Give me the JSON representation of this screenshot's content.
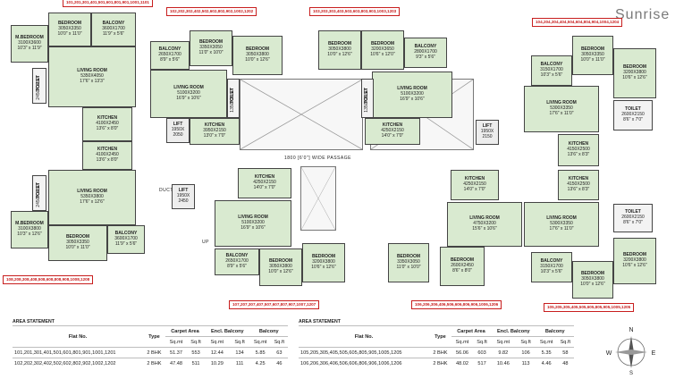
{
  "brand": "Sunrise",
  "flat_tags": {
    "t1": "101,201,301,401,501,601,801,901,1001,1101",
    "t2": "102,202,302,402,502,602,802,902,1002,1202",
    "t3": "103,203,303,403,503,603,803,903,1003,1203",
    "t4": "104,204,304,404,504,604,804,904,1004,1204",
    "t5": "106,206,306,406,506,606,806,906,1006,1206",
    "t6": "107,207,307,407,507,607,807,907,1007,1207",
    "t7": "108,208,308,408,508,608,808,908,1008,1208",
    "t8": "105,205,305,405,505,605,805,905,1005,1205"
  },
  "passage_label": "1800 [6'0\"] WIDE PASSAGE",
  "duct_label": "DUCT",
  "up_label": "UP",
  "rooms": {
    "mbed1": [
      "M.BEDROOM",
      "3100X3600",
      "10'3\" x 11'9\""
    ],
    "bed1": [
      "BEDROOM",
      "3050X3350",
      "10'0\" x 11'0\""
    ],
    "balc1": [
      "BALCONY",
      "3600X1700",
      "11'9\" x 5'6\""
    ],
    "liv1": [
      "LIVING ROOM",
      "5350X4050",
      "17'6\" x 13'3\""
    ],
    "kit1": [
      "KITCHEN",
      "4100X2450",
      "13'6\" x 8'0\""
    ],
    "toil1": [
      "TOILET",
      "2450X1250"
    ],
    "toil1b": [
      "TOILET",
      "2450X1250"
    ],
    "balc2": [
      "BALCONY",
      "2650X1700",
      "8'9\" x 5'6\""
    ],
    "bed2": [
      "BEDROOM",
      "3350X3050",
      "11'0\" x 10'0\""
    ],
    "bed2b": [
      "BEDROOM",
      "3050X3800",
      "10'0\" x 12'6\""
    ],
    "liv2": [
      "LIVING ROOM",
      "5100X3200",
      "16'9\" x 10'6\""
    ],
    "kit2": [
      "KITCHEN",
      "3950X2150",
      "13'0\" x 7'0\""
    ],
    "lift1": [
      "LIFT",
      "1950X",
      "2050"
    ],
    "toil2": [
      "TOILET",
      "1350X2150"
    ],
    "bed3": [
      "BEDROOM",
      "3050X3800",
      "10'0\" x 12'6\""
    ],
    "bed3b": [
      "BEDROOM",
      "3200X3650",
      "10'6\" x 12'0\""
    ],
    "balc3": [
      "BALCONY",
      "2800X1700",
      "9'3\" x 5'6\""
    ],
    "liv3": [
      "LIVING ROOM",
      "5100X3200",
      "16'9\" x 10'6\""
    ],
    "kit3": [
      "KITCHEN",
      "4250X2150",
      "14'0\" x 7'0\""
    ],
    "lift2": [
      "LIFT",
      "1950X",
      "2150"
    ],
    "toil3": [
      "TOILET",
      "1350X2150"
    ],
    "balc4": [
      "BALCONY",
      "3150X1700",
      "10'3\" x 5'6\""
    ],
    "bed4": [
      "BEDROOM",
      "3050X3350",
      "10'0\" x 11'0\""
    ],
    "bed4b": [
      "BEDROOM",
      "3200X3800",
      "10'6\" x 12'6\""
    ],
    "liv4": [
      "LIVING ROOM",
      "5300X3350",
      "17'6\" x 11'0\""
    ],
    "toil4": [
      "TOILET",
      "2600X2150",
      "8'6\" x 7'0\""
    ],
    "kit4": [
      "KITCHEN",
      "4150X2500",
      "13'6\" x 8'3\""
    ],
    "kit8": [
      "KITCHEN",
      "4150X2500",
      "13'6\" x 8'3\""
    ],
    "liv8": [
      "LIVING ROOM",
      "5300X3350",
      "17'6\" x 11'0\""
    ],
    "toil8": [
      "TOILET",
      "2600X2150",
      "8'6\" x 7'0\""
    ],
    "balc8": [
      "BALCONY",
      "3150X1700",
      "10'3\" x 5'6\""
    ],
    "bed8": [
      "BEDROOM",
      "3050X3800",
      "10'0\" x 12'6\""
    ],
    "bed8b": [
      "BEDROOM",
      "3200X3800",
      "10'6\" x 12'6\""
    ],
    "kit7": [
      "KITCHEN",
      "4100X2450",
      "13'6\" x 8'0\""
    ],
    "liv7": [
      "LIVING ROOM",
      "5350X3800",
      "17'6\" x 12'6\""
    ],
    "mbed7": [
      "M.BEDROOM",
      "3100X3800",
      "10'3\" x 12'6\""
    ],
    "bed7": [
      "BEDROOM",
      "3050X3350",
      "10'0\" x 11'0\""
    ],
    "balc7": [
      "BALCONY",
      "3600X1700",
      "11'9\" x 5'6\""
    ],
    "lift3": [
      "LIFT",
      "1950X",
      "2450"
    ],
    "kit6": [
      "KITCHEN",
      "4250X2150",
      "14'0\" x 7'0\""
    ],
    "liv6": [
      "LIVING ROOM",
      "5100X3200",
      "16'9\" x 10'6\""
    ],
    "balc6": [
      "BALCONY",
      "2650X1700",
      "8'9\" x 5'6\""
    ],
    "bed6": [
      "BEDROOM",
      "3050X3800",
      "10'0\" x 12'6\""
    ],
    "bed6b": [
      "BEDROOM",
      "3200X3800",
      "10'6\" x 12'6\""
    ],
    "kit5": [
      "KITCHEN",
      "4250X2150",
      "14'0\" x 7'0\""
    ],
    "liv5": [
      "LIVING ROOM",
      "4750X3200",
      "15'6\" x 10'6\""
    ],
    "bed5": [
      "BEDROOM",
      "3350X3050",
      "11'0\" x 10'0\""
    ],
    "bed5b": [
      "BEDROOM",
      "2600X2450",
      "8'6\" x 8'0\""
    ]
  },
  "area_statement": {
    "title": "AREA STATEMENT",
    "headers": [
      "Flat No.",
      "Type",
      "Carpet Area",
      "Encl. Balcony",
      "Balcony"
    ],
    "subheaders": [
      "Sq.mt",
      "Sq.ft",
      "Sq.mt",
      "Sq.ft",
      "Sq.mt",
      "Sq.ft"
    ],
    "left_rows": [
      [
        "101,201,301,401,501,601,801,901,1001,1201",
        "2 BHK",
        "51.37",
        "553",
        "12.44",
        "134",
        "5.85",
        "63"
      ],
      [
        "102,202,302,402,502,602,802,902,1002,1202",
        "2 BHK",
        "47.48",
        "511",
        "10.29",
        "111",
        "4.25",
        "46"
      ]
    ],
    "right_rows": [
      [
        "105,205,305,405,505,605,805,905,1005,1205",
        "2 BHK",
        "56.06",
        "603",
        "9.82",
        "106",
        "5.35",
        "58"
      ],
      [
        "106,206,306,406,506,606,806,906,1006,1206",
        "2 BHK",
        "48.02",
        "517",
        "10.46",
        "113",
        "4.46",
        "48"
      ]
    ]
  },
  "compass": {
    "north": "N",
    "south": "S",
    "east": "E",
    "west": "W"
  }
}
